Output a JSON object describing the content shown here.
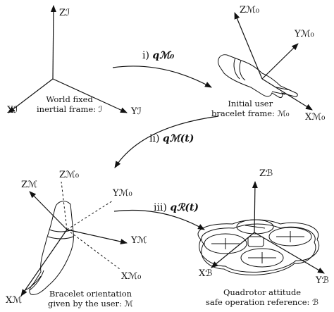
{
  "frames": {
    "world": {
      "z": "Zℐ",
      "x": "Xℐ",
      "y": "Yℐ",
      "caption": [
        "World fixed",
        "inertial frame: ℐ"
      ]
    },
    "initial": {
      "z": "Zℳ₀",
      "y": "Yℳ₀",
      "x": "Xℳ₀",
      "caption": [
        "Initial user",
        "bracelet frame: ℳ₀"
      ]
    },
    "bracelet": {
      "z": "Zℳ",
      "z0": "Zℳ₀",
      "y0": "Yℳ₀",
      "y": "Yℳ",
      "x0": "Xℳ₀",
      "x": "Xℳ",
      "caption": [
        "Bracelet orientation",
        "given by the user: ℳ"
      ]
    },
    "quadrotor": {
      "z": "Zℬ",
      "x": "Xℬ",
      "y": "Yℬ",
      "caption": [
        "Quadrotor attitude",
        "safe operation reference: ℬ"
      ]
    }
  },
  "transitions": [
    {
      "step": "i)",
      "symbol": "qℳ₀"
    },
    {
      "step": "ii)",
      "symbol": "qℳ(t)"
    },
    {
      "step": "iii)",
      "symbol": "qℛ(t)"
    }
  ]
}
